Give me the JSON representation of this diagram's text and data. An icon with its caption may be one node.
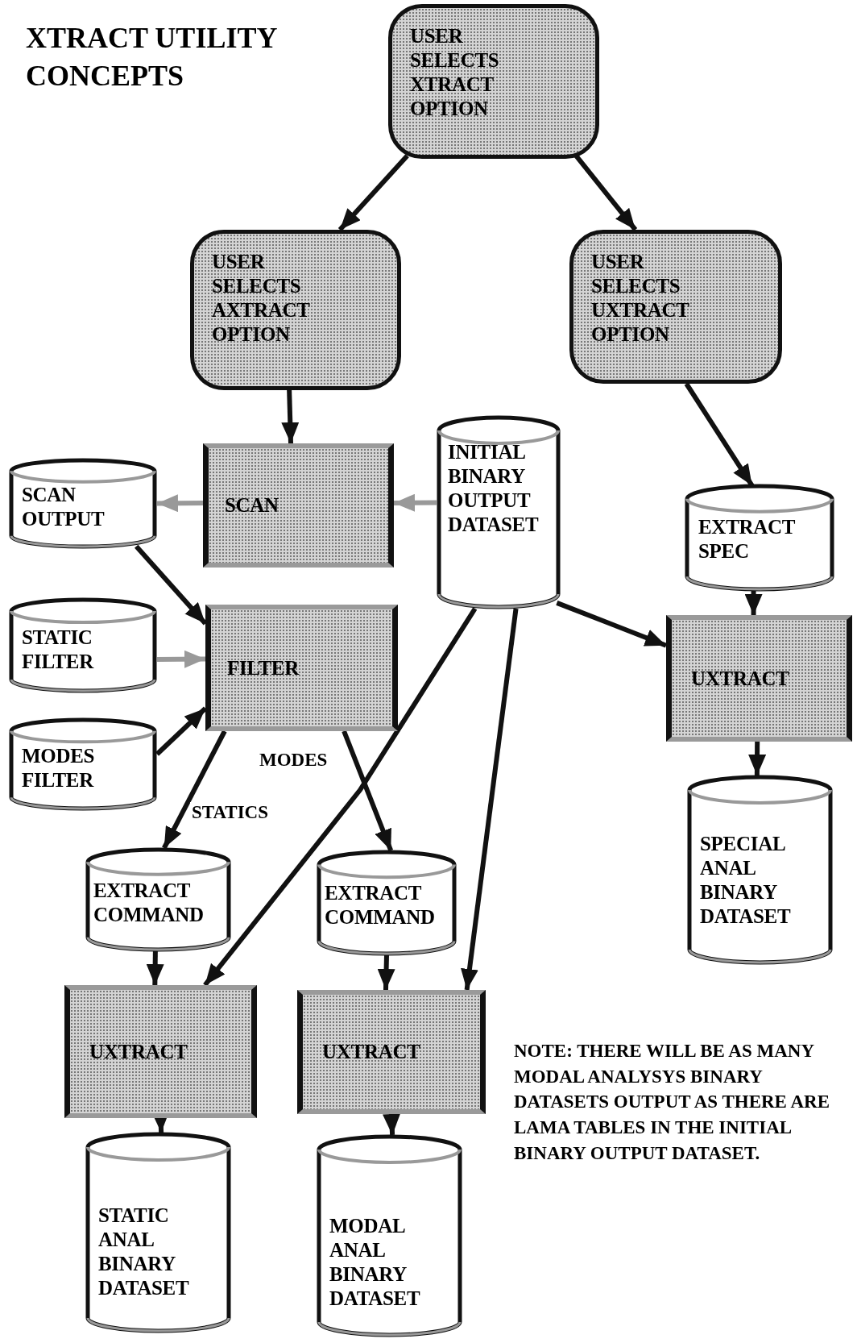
{
  "diagram": {
    "title": "XTRACT UTILITY CONCEPTS",
    "nodes": [
      {
        "text": [
          "USER SELECTS XTRACT OPTION"
        ]
      },
      {
        "text": [
          "USER SELECTS AXTRACT OPTION"
        ]
      },
      {
        "text": [
          "USER SELECTS UXTRACT OPTION"
        ]
      },
      {
        "text": [
          "SCAN OUTPUT"
        ]
      },
      {
        "text": [
          "SCAN"
        ]
      },
      {
        "text": [
          "INITIAL BINARY OUTPUT DATASET"
        ]
      },
      {
        "text": [
          "EXTRACT SPEC"
        ]
      },
      {
        "text": [
          "STATIC FILTER"
        ]
      },
      {
        "text": [
          "FILTER"
        ]
      },
      {
        "text": [
          "MODES FILTER"
        ]
      },
      {
        "text": [
          "UXTRACT"
        ]
      },
      {
        "text": [
          "SPECIAL ANAL BINARY DATASET"
        ]
      },
      {
        "text": [
          "EXTRACT COMMAND"
        ]
      },
      {
        "text": [
          "EXTRACT COMMAND"
        ]
      },
      {
        "text": [
          "UXTRACT"
        ]
      },
      {
        "text": [
          "UXTRACT"
        ]
      },
      {
        "text": [
          "STATIC ANAL BINARY DATASET"
        ]
      },
      {
        "text": [
          "MODAL ANAL BINARY DATASET"
        ]
      }
    ],
    "edges": [
      {
        "from": 0,
        "to": 1,
        "arrow": "to"
      },
      {
        "from": 0,
        "to": 2,
        "arrow": "to"
      },
      {
        "from": 1,
        "to": 4,
        "arrow": "to"
      },
      {
        "from": 2,
        "to": 6,
        "arrow": "to"
      },
      {
        "from": 4,
        "to": 3,
        "arrow": "to",
        "color": "#999999"
      },
      {
        "from": 5,
        "to": 4,
        "arrow": "to",
        "color": "#999999"
      },
      {
        "from": 3,
        "to": 8,
        "arrow": "to"
      },
      {
        "from": 7,
        "to": 8,
        "arrow": "to",
        "color": "#999999"
      },
      {
        "from": 9,
        "to": 8,
        "arrow": "to"
      },
      {
        "from": 6,
        "to": 10,
        "arrow": "to"
      },
      {
        "from": 5,
        "to": 10,
        "arrow": "to"
      },
      {
        "from": 10,
        "to": 11,
        "arrow": "to"
      },
      {
        "from": 8,
        "to": 12,
        "arrow": "to",
        "label": "STATICS"
      },
      {
        "from": 8,
        "to": 13,
        "arrow": "to",
        "label": "MODES"
      },
      {
        "from": 5,
        "to": 14,
        "arrow": "to"
      },
      {
        "from": 5,
        "to": 15,
        "arrow": "to"
      },
      {
        "from": 12,
        "to": 14,
        "arrow": "to"
      },
      {
        "from": 13,
        "to": 15,
        "arrow": "to"
      },
      {
        "from": 14,
        "to": 16,
        "arrow": "to"
      },
      {
        "from": 15,
        "to": 17,
        "arrow": "to"
      }
    ],
    "labels": [
      "NOTE: THERE WILL BE AS MANY MODAL ANALYSYS BINARY DATASETS OUTPUT AS THERE ARE LAMA TABLES IN THE INITIAL BINARY OUTPUT DATASET."
    ]
  }
}
